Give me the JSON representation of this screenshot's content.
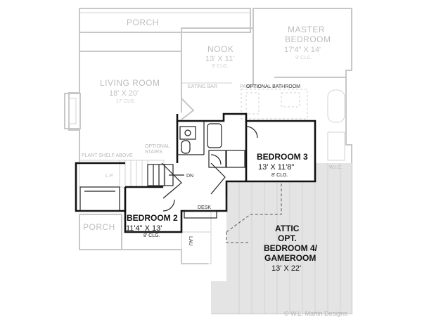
{
  "rooms": {
    "porch_top": {
      "name": "PORCH"
    },
    "nook": {
      "name": "NOOK",
      "dims": "13' X 11'",
      "clg": "9' CLG."
    },
    "master": {
      "name_line1": "MASTER",
      "name_line2": "BEDROOM",
      "dims": "17'4\" X 14'",
      "clg": "9' CLG."
    },
    "living": {
      "name": "LIVING ROOM",
      "dims": "18' X 20'",
      "clg": "17' CLG."
    },
    "porch_bottom": {
      "name": "PORCH"
    },
    "bedroom3": {
      "name": "BEDROOM 3",
      "dims": "13' X 11'8\"",
      "clg": "8' CLG."
    },
    "bedroom2": {
      "name": "BEDROOM 2",
      "dims": "11'4\" X 13'",
      "clg": "8' CLG."
    },
    "attic": {
      "line1": "ATTIC",
      "line2": "OPT.",
      "line3": "BEDROOM 4/",
      "line4": "GAMEROOM",
      "dims": "13' X 22'"
    }
  },
  "annotations": {
    "eating_bar": "EATING BAR",
    "pantry": "PANTRY",
    "optional_bathroom": "OPTIONAL BATHROOM",
    "optional_stairs_line1": "OPTIONAL",
    "optional_stairs_line2": "STAIRS",
    "plant_shelf": "PLANT SHELF ABOVE",
    "dn": "DN",
    "desk": "DESK",
    "lau": "LAU",
    "lp": "L.P.",
    "wic": "W.I.C."
  },
  "credit": "© W.L. Martin Designs"
}
